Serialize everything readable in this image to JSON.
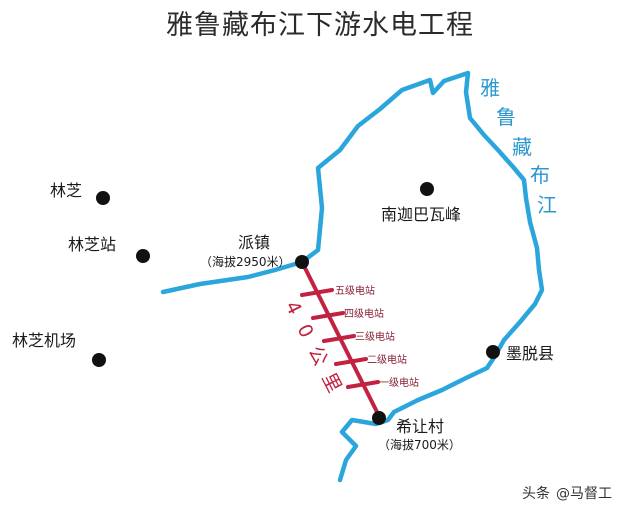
{
  "title": "雅鲁藏布江下游水电工程",
  "river": {
    "name_chars": [
      "雅",
      "鲁",
      "藏",
      "布",
      "江"
    ],
    "color": "#2aa6dd"
  },
  "places": {
    "linzhi": "林芝",
    "linzhi_station": "林芝站",
    "linzhi_airport": "林芝机场",
    "namjagbarwa": "南迦巴瓦峰",
    "paizhen": "派镇",
    "paizhen_altitude": "（海拔2950米）",
    "medog": "墨脱县",
    "xirang": "希让村",
    "xirang_altitude": "（海拔700米）"
  },
  "stations": [
    "五级电站",
    "四级电站",
    "三级电站",
    "二级电站",
    "一级电站"
  ],
  "distance_chars": [
    "4",
    "0",
    "公",
    "里"
  ],
  "colors": {
    "river": "#2aa6dd",
    "cascade": "#c2213f",
    "station_text": "#8a1f34"
  },
  "credit": {
    "source": "头条",
    "handle": "@马督工"
  }
}
